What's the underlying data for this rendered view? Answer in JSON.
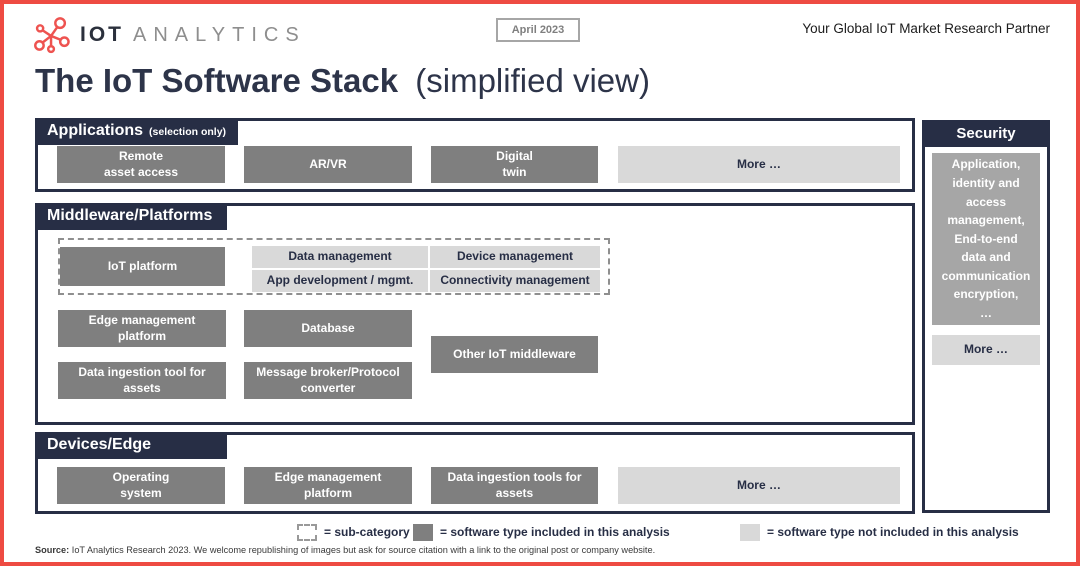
{
  "colors": {
    "accent_red": "#ee4b42",
    "navy": "#272e45",
    "dark_box": "#7f7f7f",
    "mid_box": "#a6a6a6",
    "light_box": "#d9d9d9"
  },
  "header": {
    "brand_primary": "IOT",
    "brand_secondary": "ANALYTICS",
    "date_badge": "April 2023",
    "tagline": "Your Global IoT Market Research Partner"
  },
  "title": {
    "main": "The IoT Software Stack",
    "suffix": "(simplified view)"
  },
  "sections": {
    "applications": {
      "label": "Applications",
      "note": "(selection only)",
      "boxes": [
        {
          "label": "Remote\nasset access"
        },
        {
          "label": "AR/VR"
        },
        {
          "label": "Digital\ntwin"
        },
        {
          "label": "More …"
        }
      ]
    },
    "middleware": {
      "label": "Middleware/Platforms",
      "iot_platform": "IoT platform",
      "subcategories": [
        "Data management",
        "App development / mgmt.",
        "Device management",
        "Connectivity management"
      ],
      "boxes": [
        {
          "label": "Edge management\nplatform"
        },
        {
          "label": "Database"
        },
        {
          "label": "Other IoT middleware"
        },
        {
          "label": "Data ingestion tool for\nassets"
        },
        {
          "label": "Message broker/Protocol\nconverter"
        }
      ]
    },
    "devices": {
      "label": "Devices/Edge",
      "boxes": [
        {
          "label": "Operating\nsystem"
        },
        {
          "label": "Edge management\nplatform"
        },
        {
          "label": "Data ingestion tools for\nassets"
        },
        {
          "label": "More …"
        }
      ]
    },
    "security": {
      "label": "Security",
      "main_box": "Application,\nidentity and\naccess\nmanagement,\nEnd-to-end\ndata and\ncommunication\nencryption,\n…",
      "more": "More …"
    }
  },
  "legend": {
    "items": [
      {
        "label": "= sub-category"
      },
      {
        "label": "= software type included in this analysis"
      },
      {
        "label": "= software type not included in this analysis"
      }
    ]
  },
  "source": {
    "label": "Source:",
    "text": " IoT Analytics Research 2023. We welcome republishing of images but ask for source citation with a link to the original post or company website."
  }
}
